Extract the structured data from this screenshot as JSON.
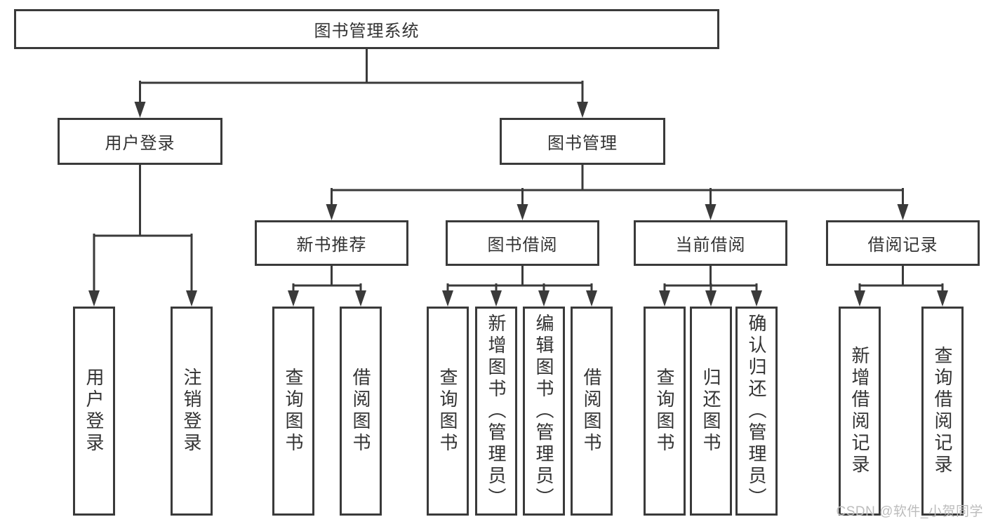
{
  "diagram_title": "图书管理系统",
  "nodes": {
    "root": "图书管理系统",
    "user_login": "用户登录",
    "book_mgmt": "图书管理",
    "new_books": "新书推荐",
    "book_borrow": "图书借阅",
    "current_borrow": "当前借阅",
    "borrow_records": "借阅记录"
  },
  "leaves": {
    "user_login": [
      "用户登录",
      "注销登录"
    ],
    "new_books": [
      "查询图书",
      "借阅图书"
    ],
    "book_borrow": [
      "查询图书",
      "新增图书（管理员）",
      "编辑图书（管理员）",
      "借阅图书"
    ],
    "current_borrow": [
      "查询图书",
      "归还图书",
      "确认归还（管理员）"
    ],
    "borrow_records": [
      "新增借阅记录",
      "查询借阅记录"
    ]
  },
  "watermark": "CSDN @软件_小贺同学",
  "colors": {
    "line": "#3a3a3a",
    "text": "#333333",
    "box_background": "#ffffff",
    "page_background": "#ffffff",
    "watermark": "#bcbcbc"
  }
}
